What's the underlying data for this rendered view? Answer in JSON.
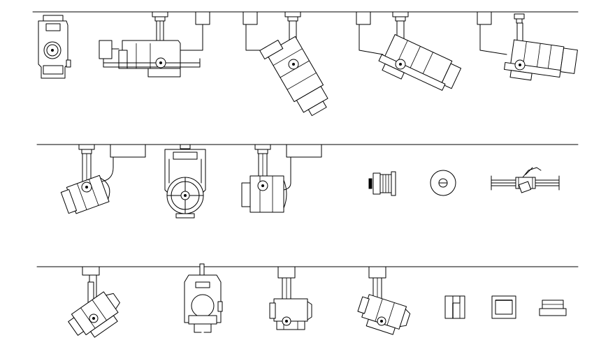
{
  "drawing": {
    "title": "",
    "background": "#ffffff",
    "line_color": "#000000",
    "rows": [
      {
        "name": "row-1",
        "fixtures": [
          "track-spotlight-front-view",
          "track-spotlight-side-horizontal",
          "track-spotlight-tilted-down-steep",
          "track-spotlight-tilted-down-medium",
          "track-spotlight-tilted-down-slight"
        ]
      },
      {
        "name": "row-2",
        "fixtures": [
          "track-spotlight-angled-side",
          "track-spotlight-gimbal-front",
          "track-spotlight-straight-side",
          "track-adapter-plug",
          "round-socket-cap",
          "track-connector-coupler"
        ]
      },
      {
        "name": "row-3",
        "fixtures": [
          "mini-spot-angled-left",
          "mini-spot-front-view",
          "mini-spot-side-down",
          "mini-spot-angled-right",
          "small-adapter-box",
          "square-recessed-box",
          "low-profile-cap"
        ]
      }
    ]
  }
}
